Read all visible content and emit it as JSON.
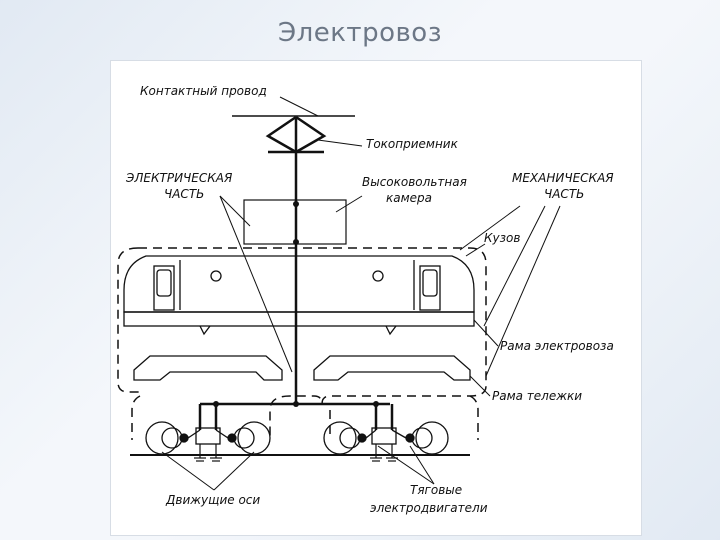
{
  "slide": {
    "title": "Электровоз"
  },
  "labels": {
    "contact_wire": "Контактный провод",
    "pantograph": "Токоприемник",
    "electrical_part_line1": "ЭЛЕКТРИЧЕСКАЯ",
    "electrical_part_line2": "ЧАСТЬ",
    "hv_chamber_line1": "Высоковольтная",
    "hv_chamber_line2": "камера",
    "mechanical_part_line1": "МЕХАНИЧЕСКАЯ",
    "mechanical_part_line2": "ЧАСТЬ",
    "body": "Кузов",
    "loco_frame": "Рама электровоза",
    "bogie_frame": "Рама тележки",
    "driving_axles": "Движущие оси",
    "traction_motors_line1": "Тяговые",
    "traction_motors_line2": "электродвигатели"
  }
}
